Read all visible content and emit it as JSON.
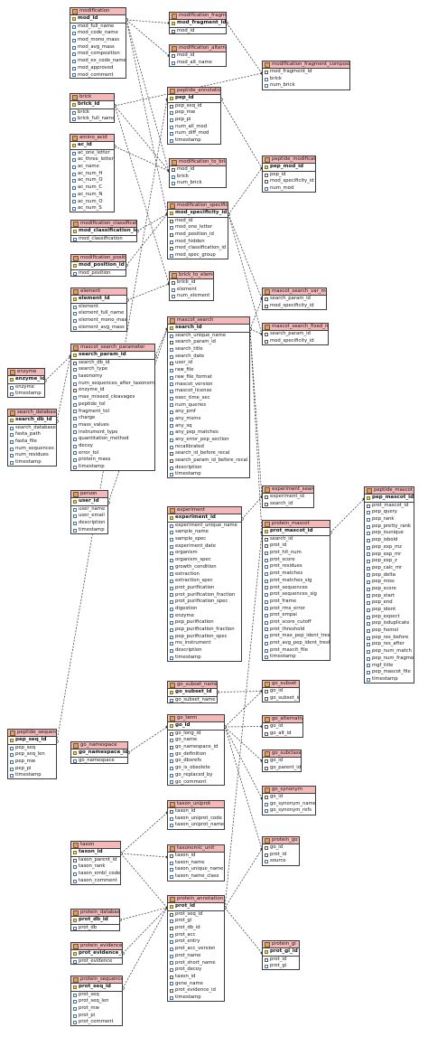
{
  "tables": {
    "modification": {
      "name": "modification",
      "pk": "mod_id",
      "fields": [
        "mod_full_name",
        "mod_code_name",
        "mod_mono_mass",
        "mod_avg_mass",
        "mod_composition",
        "mod_ex_code_name",
        "mod_approved",
        "mod_comment"
      ]
    },
    "modification_fragment": {
      "name": "modification_fragment",
      "pk": "mod_fragment_id",
      "fields": [
        "mod_id"
      ]
    },
    "modification_alternative": {
      "name": "modification_alternative",
      "pk": "",
      "fields": [
        "mod_id",
        "mod_alt_name"
      ]
    },
    "modification_fragment_composition": {
      "name": "modification_fragment_composition",
      "pk": "",
      "fields": [
        "mod_fragment_id",
        "brick",
        "num_brick"
      ]
    },
    "brick": {
      "name": "brick",
      "pk": "brick_id",
      "fields": [
        "brick",
        "brick_full_name"
      ]
    },
    "peptide_annotation": {
      "name": "peptide_annotation",
      "pk": "pep_id",
      "fields": [
        "pep_seq_id",
        "pep_mw",
        "pep_pi",
        "num_all_mod",
        "num_diff_mod",
        "timestamp"
      ]
    },
    "amino_acid": {
      "name": "amino_acid",
      "pk": "ac_id",
      "fields": [
        "ac_one_letter",
        "ac_three_letter",
        "ac_name",
        "ac_num_H",
        "ac_num_O",
        "ac_num_C",
        "ac_num_N",
        "ac_num_O",
        "ac_num_S"
      ]
    },
    "modification_to_brick": {
      "name": "modification_to_brick",
      "pk": "",
      "fields": [
        "mod_id",
        "brick",
        "num_brick"
      ]
    },
    "peptide_modification": {
      "name": "peptide_modification",
      "pk": "pep_mod_id",
      "fields": [
        "pep_id",
        "mod_specificity_id",
        "num_mod"
      ]
    },
    "modification_specificity": {
      "name": "modification_specificity",
      "pk": "mod_specificity_id",
      "fields": [
        "mod_id",
        "mod_one_letter",
        "mod_position_id",
        "mod_hidden",
        "mod_classification_id",
        "mod_spec_group"
      ]
    },
    "modification_classification": {
      "name": "modification_classification",
      "pk": "mod_classification_id",
      "fields": [
        "mod_classification"
      ]
    },
    "modification_position": {
      "name": "modification_position",
      "pk": "mod_position_id",
      "fields": [
        "mod_position"
      ]
    },
    "brick_to_element": {
      "name": "brick_to_element",
      "pk": "",
      "fields": [
        "brick_id",
        "element",
        "num_element"
      ]
    },
    "element": {
      "name": "element",
      "pk": "element_id",
      "fields": [
        "element",
        "element_full_name",
        "element_mono_mass",
        "element_avg_mass"
      ]
    },
    "mascot_search_var_mod": {
      "name": "mascot_search_var_mod",
      "pk": "",
      "fields": [
        "search_param_id",
        "mod_specificity_id"
      ]
    },
    "mascot_search": {
      "name": "mascot_search",
      "pk": "search_id",
      "fields": [
        "search_unique_name",
        "search_param_id",
        "search_title",
        "search_date",
        "user_id",
        "raw_file",
        "raw_file_format",
        "mascot_version",
        "mascot_license",
        "exec_time_sec",
        "num_queries",
        "any_pmf",
        "any_msms",
        "any_sq",
        "any_pep_matches",
        "any_error_pep_section",
        "recalibrated",
        "search_id_before_recal",
        "search_param_id_before_recal",
        "description",
        "timestamp"
      ]
    },
    "mascot_search_fixed_mod": {
      "name": "mascot_search_fixed_mod",
      "pk": "",
      "fields": [
        "search_param_id",
        "mod_specificity_id"
      ]
    },
    "mascot_search_parameter": {
      "name": "mascot_search_parameter",
      "pk": "search_param_id",
      "fields": [
        "search_db_id",
        "search_type",
        "taxonomy",
        "num_sequences_after_taxonomy",
        "enzyme_id",
        "max_missed_cleavages",
        "peptide_tol",
        "fragment_tol",
        "charge",
        "mass_values",
        "instrument_type",
        "quantitation_method",
        "decoy",
        "error_tol",
        "protein_mass",
        "timestamp"
      ]
    },
    "enzyme": {
      "name": "enzyme",
      "pk": "enzyme_id",
      "fields": [
        "enzyme",
        "timestamp"
      ]
    },
    "search_database": {
      "name": "search_database",
      "pk": "search_db_id",
      "fields": [
        "search_database",
        "fasta_path",
        "fasta_file",
        "num_sequences",
        "num_residues",
        "timestamp"
      ]
    },
    "person": {
      "name": "person",
      "pk": "user_id",
      "fields": [
        "user_name",
        "user_email",
        "description",
        "timestamp"
      ]
    },
    "experiment_search": {
      "name": "experiment_search",
      "pk": "",
      "fields": [
        "experiment_id",
        "search_id"
      ]
    },
    "experiment": {
      "name": "experiment",
      "pk": "experiment_id",
      "fields": [
        "experiment_unique_name",
        "sample_name",
        "sample_spec",
        "experiment_date",
        "organism",
        "organism_spec",
        "growth_condition",
        "extraction",
        "extraction_spec",
        "prot_purification",
        "prot_purification_fraction",
        "prot_purification_spec",
        "digestion",
        "enzyme",
        "pep_purification",
        "pep_purification_fraction",
        "pep_purification_spec",
        "ms_instrument",
        "description",
        "timestamp"
      ]
    },
    "protein_mascot": {
      "name": "protein_mascot",
      "pk": "prot_mascot_id",
      "fields": [
        "search_id",
        "prot_id",
        "prot_hit_num",
        "prot_score",
        "prot_residues",
        "prot_matches",
        "prot_matches_sig",
        "prot_sequences",
        "prot_sequences_sig",
        "prot_frame",
        "prot_rms_error",
        "prot_empai",
        "prot_score_cutoff",
        "prot_threshold",
        "prot_max_pep_ident_tresh",
        "prot_avg_pep_ident_tresh",
        "prot_maxcit_file",
        "timestamp"
      ]
    },
    "peptide_mascot": {
      "name": "peptide_mascot",
      "pk": "pep_mascot_id",
      "fields": [
        "prot_mascot_id",
        "pep_query",
        "pep_rank",
        "pep_pretty_rank",
        "pep_isunique",
        "pep_isbold",
        "pep_exp_mz",
        "pep_exp_mr",
        "pep_exp_z",
        "pep_calc_mr",
        "pep_delta",
        "pep_miss",
        "pep_score",
        "pep_start",
        "pep_end",
        "pep_ident",
        "pep_expect",
        "pep_isduplicate",
        "pep_homol",
        "pep_res_before",
        "pep_res_after",
        "pep_num_match",
        "pep_num_fragments",
        "mgf_title",
        "pep_mascot_file",
        "timestamp"
      ]
    },
    "go_subset_name": {
      "name": "go_subset_name",
      "pk": "go_subset_id",
      "fields": [
        "go_subset_name"
      ]
    },
    "go_subset": {
      "name": "go_subset",
      "pk": "",
      "fields": [
        "go_id",
        "go_subset_id"
      ]
    },
    "peptide_sequence": {
      "name": "peptide_sequence",
      "pk": "pep_seq_id",
      "fields": [
        "pep_seq",
        "pep_seq_len",
        "pep_mw",
        "pep_pi",
        "timestamp"
      ]
    },
    "go_namespace": {
      "name": "go_namespace",
      "pk": "go_namespace_id",
      "fields": [
        "go_namespace"
      ]
    },
    "go_term": {
      "name": "go_term",
      "pk": "go_id",
      "fields": [
        "go_long_id",
        "go_name",
        "go_namespace_id",
        "go_definition",
        "go_dbxrefs",
        "go_is_obsolete",
        "go_replaced_by",
        "go_comment"
      ]
    },
    "go_alternative": {
      "name": "go_alternative",
      "pk": "",
      "fields": [
        "go_id",
        "go_alt_id"
      ]
    },
    "go_subclass": {
      "name": "go_subclass",
      "pk": "",
      "fields": [
        "go_id",
        "go_parent_id"
      ]
    },
    "go_synonym": {
      "name": "go_synonym",
      "pk": "",
      "fields": [
        "go_id",
        "go_synonym_name",
        "go_synonym_refs"
      ]
    },
    "taxon_uniprot": {
      "name": "taxon_uniprot",
      "pk": "",
      "fields": [
        "taxon_id",
        "taxon_uniprot_code",
        "taxon_uniprot_name"
      ]
    },
    "taxon": {
      "name": "taxon",
      "pk": "taxon_id",
      "fields": [
        "taxon_parent_id",
        "taxon_rank",
        "taxon_embl_code",
        "taxon_comment"
      ]
    },
    "taxonomic_unit": {
      "name": "taxonomic_unit",
      "pk": "",
      "fields": [
        "taxon_id",
        "taxon_name",
        "taxon_unique_name",
        "taxon_name_class"
      ]
    },
    "protein_go": {
      "name": "protein_go",
      "pk": "",
      "fields": [
        "go_id",
        "prot_id",
        "source"
      ]
    },
    "protein_annotation": {
      "name": "protein_annotation",
      "pk": "prot_id",
      "fields": [
        "prot_seq_id",
        "prot_gi",
        "prot_db_id",
        "prot_acc",
        "prot_entry",
        "prot_acc_version",
        "prot_name",
        "prot_short_name",
        "prot_decoy",
        "taxon_id",
        "gene_name",
        "prot_evidence_id",
        "timestamp"
      ]
    },
    "protein_database": {
      "name": "protein_database",
      "pk": "prot_db_id",
      "fields": [
        "prot_db"
      ]
    },
    "protein_evidence": {
      "name": "protein_evidence",
      "pk": "prot_evidence_id",
      "fields": [
        "prot_evidence"
      ]
    },
    "protein_gi": {
      "name": "protein_gi",
      "pk": "prot_gi_id",
      "fields": [
        "prot_id",
        "prot_gi"
      ]
    },
    "protein_sequence": {
      "name": "protein_sequence",
      "pk": "prot_seq_id",
      "fields": [
        "prot_seq",
        "prot_seq_len",
        "prot_mw",
        "prot_pi",
        "prot_comment"
      ]
    }
  },
  "colors": {
    "header": "#f4b8b8",
    "border": "#3b3b3b",
    "edge": "#333333"
  }
}
